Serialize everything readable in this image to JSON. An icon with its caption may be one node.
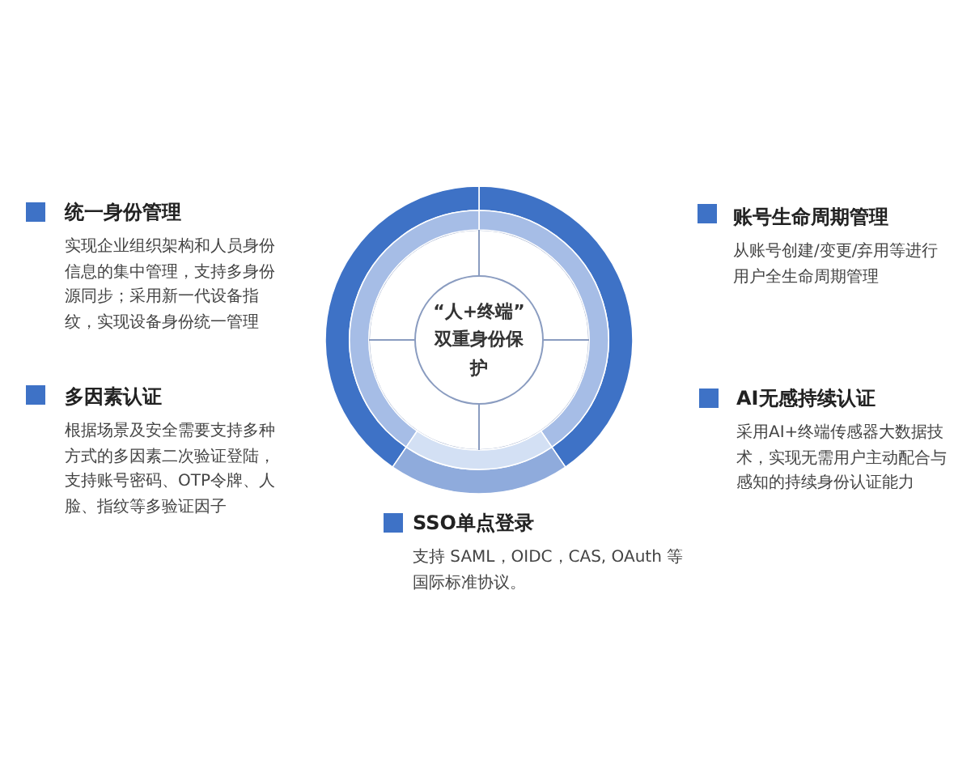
{
  "diagram": {
    "nodes": [
      {
        "text": [
          "“人+终端” 双重身份保护"
        ]
      }
    ],
    "labels": [
      "统一身份管理",
      "实现企业组织架构和人员身份信息的集中管理，支持多身份源同步；采用新一代设备指纹，实现设备身份统一管理",
      "账号生命周期管理",
      "从账号创建/变更/弃用等进行用户全生命周期管理",
      "多因素认证",
      "根据场景及安全需要支持多种方式的多因素二次验证登陆，支持账号密码、OTP令牌、人脸、指纹等多验证因子",
      "AI无感持续认证",
      "采用AI+终端传感器大数据技术，实现无需用户主动配合与感知的持续身份认证能力",
      "SSO单点登录",
      "支持 SAML，OIDC，CAS, OAuth 等国际标准协议。"
    ]
  }
}
